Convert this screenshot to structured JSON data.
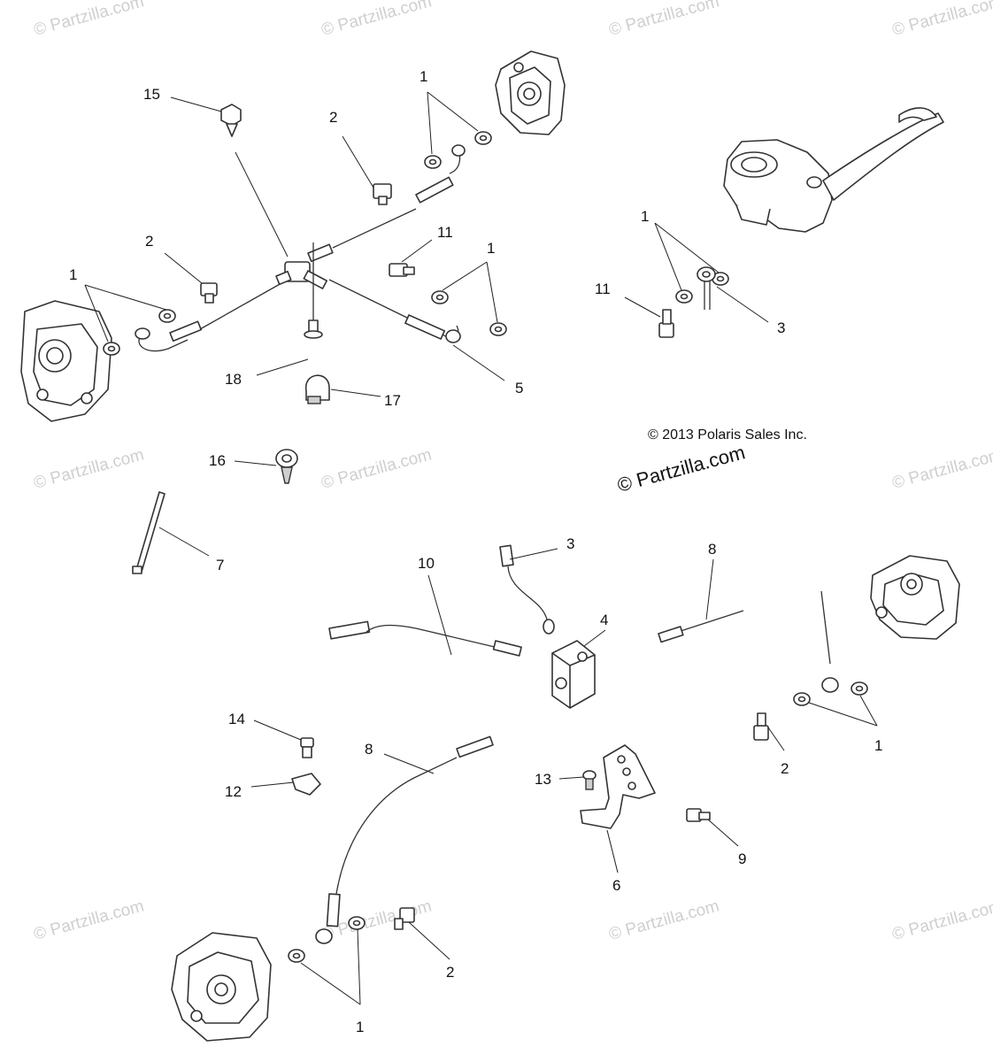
{
  "copyright": "© 2013 Polaris Sales Inc.",
  "watermark": {
    "text": "© Partzilla.com",
    "overlay": "© Partzilla.com"
  },
  "callouts": [
    "15",
    "2",
    "1",
    "1",
    "2",
    "11",
    "1",
    "1",
    "11",
    "3",
    "18",
    "5",
    "17",
    "16",
    "7",
    "3",
    "10",
    "8",
    "4",
    "14",
    "8",
    "1",
    "2",
    "12",
    "13",
    "9",
    "6",
    "1",
    "2"
  ],
  "colors": {
    "background": "#ffffff",
    "line": "#333333",
    "watermark": "#cfcfcf"
  },
  "icons": {
    "washer": "washer-icon",
    "banjo-bolt": "banjo-bolt-icon",
    "caliper": "brake-caliper-icon",
    "master-cylinder": "master-cylinder-icon",
    "junction-block": "junction-block-icon",
    "bracket": "mounting-bracket-icon"
  }
}
